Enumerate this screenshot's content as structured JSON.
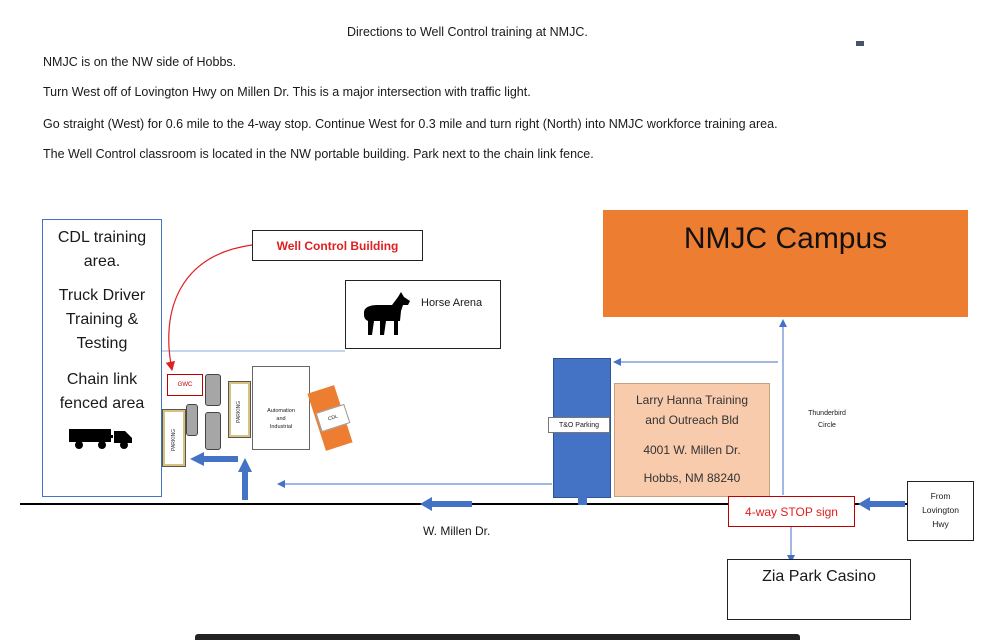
{
  "doc": {
    "title": "Directions to Well Control training at NMJC.",
    "lines": [
      "NMJC is on the NW side of Hobbs.",
      "Turn West off of Lovington Hwy on Millen Dr.  This is a major intersection with traffic light.",
      "Go straight (West) for 0.6 mile to the 4-way stop.  Continue West for 0.3 mile and turn right (North) into NMJC workforce training area.",
      "The Well Control classroom is located in the NW portable building.  Park next to the chain link fence."
    ]
  },
  "map": {
    "cdl_area": [
      "CDL training",
      "area.",
      "Truck Driver",
      "Training &",
      "Testing",
      "Chain link",
      "fenced area"
    ],
    "well_control_building": "Well Control Building",
    "horse_arena": "Horse Arena",
    "campus": "NMJC Campus",
    "gwc": "GWC",
    "parking": "PARKING",
    "automation": [
      "Automation",
      "and",
      "Industrial"
    ],
    "cdl": "CDL",
    "to_parking": "T&O Parking",
    "larry_hanna": [
      "Larry Hanna Training",
      "and Outreach Bld",
      "4001 W. Millen Dr.",
      "Hobbs, NM 88240"
    ],
    "thunderbird": [
      "Thunderbird",
      "Circle"
    ],
    "stop_sign": "4-way STOP sign",
    "from_lovington": [
      "From",
      "Lovington",
      "Hwy"
    ],
    "millen_dr": "W. Millen Dr.",
    "zia_park": "Zia Park Casino"
  },
  "colors": {
    "campus": "#ED7D31",
    "blue_building": "#4472C4",
    "larry_hanna": "#F8CBAD",
    "red": "#E02020"
  }
}
